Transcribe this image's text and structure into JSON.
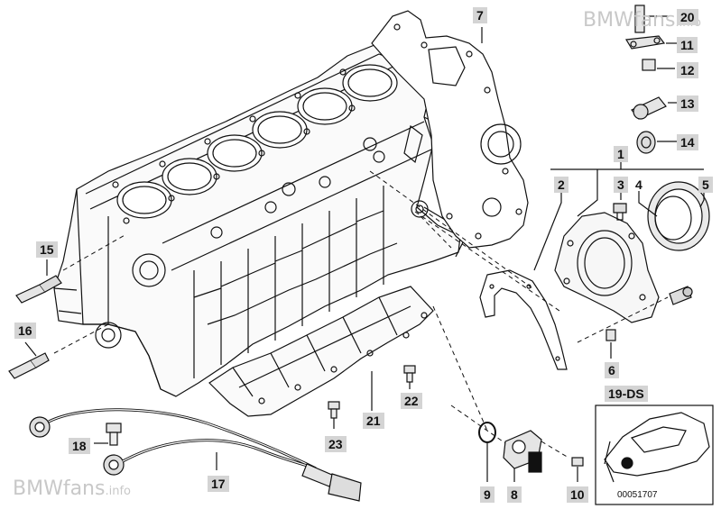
{
  "watermark": {
    "brand": "BMWfans",
    "suffix": ".info"
  },
  "labels": {
    "p1": "1",
    "p2": "2",
    "p3": "3",
    "p4": "4",
    "p5": "5",
    "p6": "6",
    "p7": "7",
    "p8": "8",
    "p9": "9",
    "p10": "10",
    "p11": "11",
    "p12": "12",
    "p13": "13",
    "p14": "14",
    "p15": "15",
    "p16": "16",
    "p17": "17",
    "p18": "18",
    "p19": "19-DS",
    "p20": "20",
    "p21": "21",
    "p22": "22",
    "p23": "23"
  },
  "catalog_number": "00051707"
}
